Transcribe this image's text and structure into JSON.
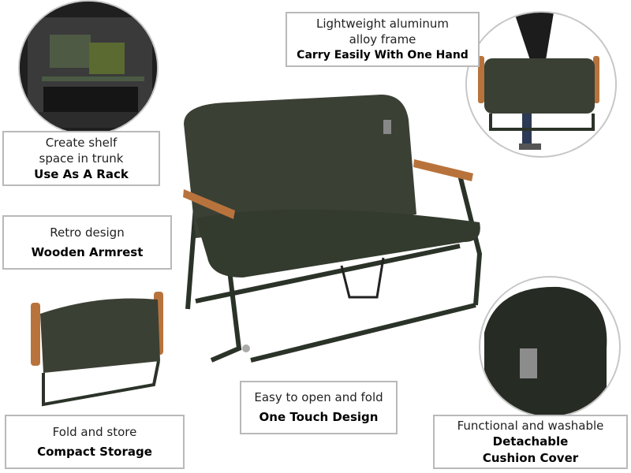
{
  "features": [
    {
      "lines": [
        "Create shelf",
        "space in trunk"
      ],
      "title": "Use As A Rack"
    },
    {
      "lines": [
        "Retro design"
      ],
      "title": "Wooden Armrest"
    },
    {
      "lines": [
        "Fold and store"
      ],
      "title": "Compact Storage"
    },
    {
      "lines": [
        "Lightweight aluminum",
        "alloy frame"
      ],
      "title": "Carry Easily With One Hand"
    },
    {
      "lines": [
        "Easy to open and fold"
      ],
      "title": "One Touch Design"
    },
    {
      "lines": [
        "Functional and washable"
      ],
      "title": "Detachable",
      "title2": "Cushion Cover"
    }
  ],
  "colors": {
    "cushion": "#3a4034",
    "frame": "#2b3329",
    "wood": "#b8733c",
    "border": "#b9b9b9"
  },
  "images": [
    "trunk-rack-photo",
    "carry-one-hand-photo",
    "cushion-cover-photo",
    "folded-chair-photo",
    "loveseat-chair-photo"
  ]
}
